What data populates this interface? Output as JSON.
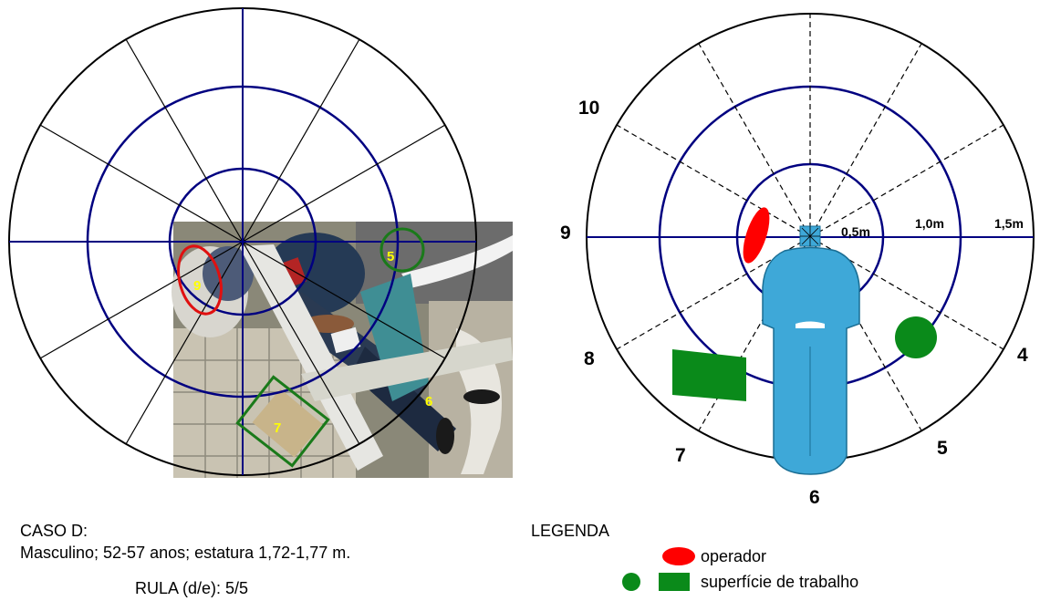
{
  "left_diagram": {
    "photo_labels": [
      "9",
      "5",
      "7",
      "6"
    ],
    "colors": {
      "circle_outer": "#000000",
      "circle_rings": "#000080",
      "operator": "#e01010",
      "surface": "#1a7a1a",
      "label_text": "#ffff00"
    }
  },
  "right_diagram": {
    "direction_labels": [
      "10",
      "9",
      "8",
      "7",
      "6",
      "5",
      "4"
    ],
    "ring_labels": [
      "0,5m",
      "1,0m",
      "1,5m"
    ],
    "colors": {
      "outer": "#000000",
      "rings": "#000080",
      "body": "#3ea8d8",
      "operator": "#ff0000",
      "surface": "#0a8a1a"
    }
  },
  "caption": {
    "title": "CASO D:",
    "description": "Masculino; 52-57 anos; estatura 1,72-1,77 m.",
    "rula": "RULA (d/e): 5/5"
  },
  "legend": {
    "title": "LEGENDA",
    "operator_label": "operador",
    "surface_label": "superfície de trabalho"
  }
}
